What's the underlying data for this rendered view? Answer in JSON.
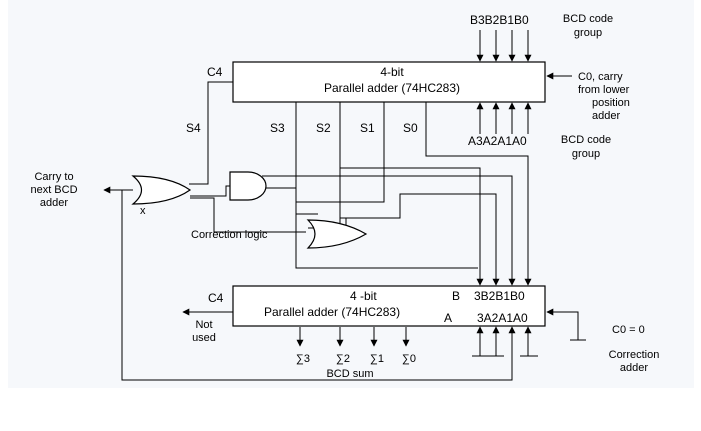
{
  "top_adder": {
    "line1": "4-bit",
    "line2": "Parallel adder (74HC283)",
    "carry_out": "C4",
    "b_inputs": "B3B2B1B0",
    "b_caption": [
      "BCD code",
      "group"
    ],
    "a_inputs": "A3A2A1A0",
    "a_caption": [
      "BCD code",
      "group"
    ],
    "c0_note": [
      "C0, carry",
      "from lower",
      "position",
      "adder"
    ],
    "sums": [
      "S4",
      "S3",
      "S2",
      "S1",
      "S0"
    ]
  },
  "bottom_adder": {
    "line1": "4  -bit",
    "line2": "Parallel adder (74HC283)",
    "b_label": "B",
    "b_inputs": "3B2B1B0",
    "a_label": "A",
    "a_inputs": "3A2A1A0",
    "carry_out": "C4",
    "not_used": [
      "Not",
      "used"
    ],
    "c0": "C0 = 0",
    "caption": [
      "Correction",
      "adder"
    ]
  },
  "carry_next": [
    "Carry to",
    "next BCD",
    "adder"
  ],
  "x_label": "x",
  "correction_logic": "Correction logic",
  "outputs": [
    "∑3",
    "∑2",
    "∑1",
    "∑0"
  ],
  "bcd_sum": "BCD sum"
}
